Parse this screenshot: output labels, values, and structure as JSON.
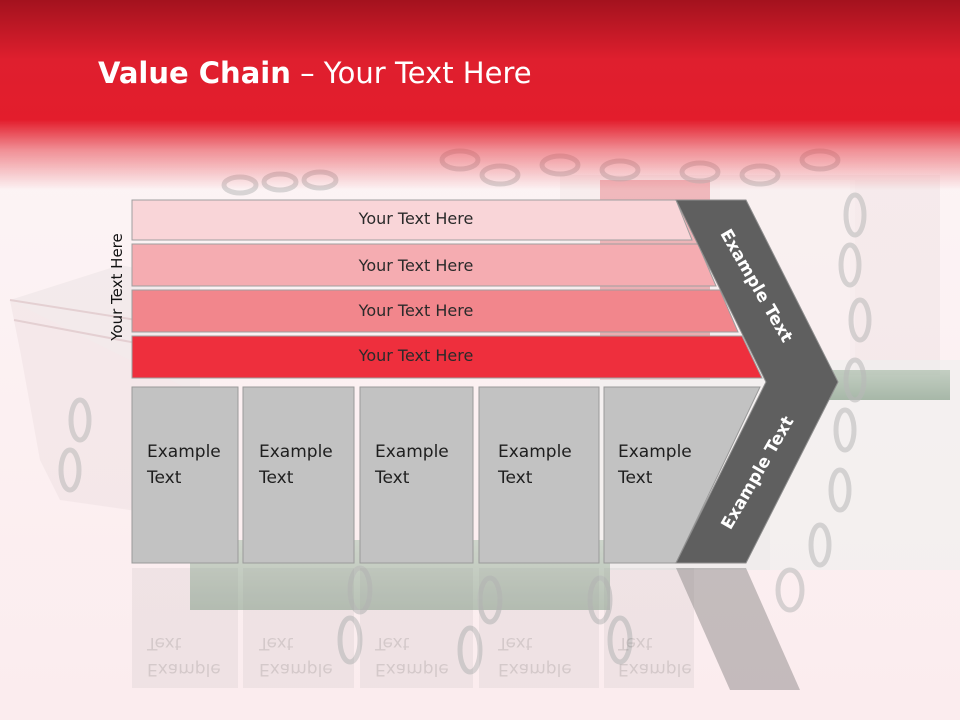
{
  "slide": {
    "title_bold": "Value Chain",
    "title_rest": " – Your Text Here",
    "side_label": "Your Text Here"
  },
  "rows": [
    {
      "label": "Your Text Here",
      "color": "#f9d5d8"
    },
    {
      "label": "Your Text Here",
      "color": "#f5acb1"
    },
    {
      "label": "Your Text Here",
      "color": "#f2868c"
    },
    {
      "label": "Your Text Here",
      "color": "#ee2f3d"
    }
  ],
  "columns": [
    {
      "line1": "Example",
      "line2": "Text"
    },
    {
      "line1": "Example",
      "line2": "Text"
    },
    {
      "line1": "Example",
      "line2": "Text"
    },
    {
      "line1": "Example",
      "line2": "Text"
    },
    {
      "line1": "Example",
      "line2": "Text"
    }
  ],
  "chevron": {
    "upper_label": "Example Text",
    "lower_label": "Example Text",
    "color": "#5f5f5f"
  },
  "colors": {
    "header_red": "#e31d2c",
    "column_fill": "#c2c2c2"
  },
  "background_icons": [
    "chain-icon",
    "binder-icon"
  ]
}
